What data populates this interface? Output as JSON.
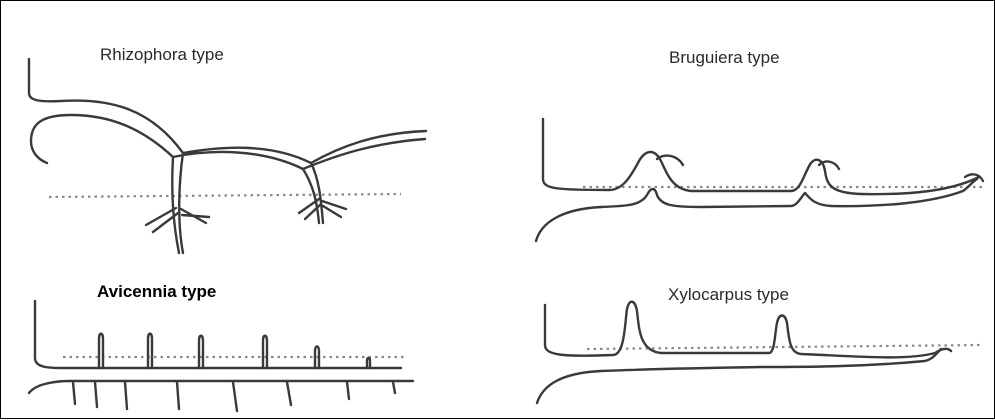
{
  "panels": [
    {
      "key": "rhizophora",
      "title": "Rhizophora type",
      "emphasis": false
    },
    {
      "key": "bruguiera",
      "title": "Bruguiera type",
      "emphasis": false
    },
    {
      "key": "avicennia",
      "title": "Avicennia type",
      "emphasis": true
    },
    {
      "key": "xylocarpus",
      "title": "Xylocarpus type",
      "emphasis": false
    }
  ],
  "colors": {
    "line": "#3a3a3a",
    "tide_line": "#8a8a8a",
    "border": "#000000",
    "background": "#ffffff"
  }
}
